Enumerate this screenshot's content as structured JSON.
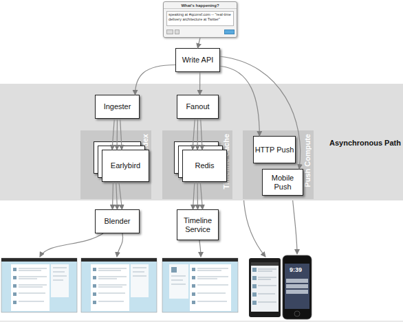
{
  "diagram": {
    "nodes": [
      {
        "text": [
          "What's happening?",
          "speaking at #qconsf.com -- \"real-time delivery architecture at Twitter\""
        ]
      },
      {
        "text": [
          "Write API"
        ]
      },
      {
        "text": [
          "Asynchronous Path"
        ]
      },
      {
        "text": [
          "Ingester"
        ],
        "in": 2
      },
      {
        "text": [
          "Fanout"
        ],
        "in": 2
      },
      {
        "text": [
          "Search Index"
        ],
        "in": 2
      },
      {
        "text": [
          "Earlybird"
        ],
        "in": 5
      },
      {
        "text": [
          "Timeline Cache"
        ],
        "in": 2
      },
      {
        "text": [
          "Redis"
        ],
        "in": 7
      },
      {
        "text": [
          "Push Compute"
        ],
        "in": 2
      },
      {
        "text": [
          "HTTP Push"
        ],
        "in": 9
      },
      {
        "text": [
          "Mobile Push"
        ],
        "in": 9
      },
      {
        "text": [
          "Blender"
        ]
      },
      {
        "text": [
          "Timeline Service"
        ]
      }
    ],
    "edges": [
      {
        "from": 0,
        "to": 1,
        "arrow": "to"
      },
      {
        "from": 1,
        "to": 3,
        "arrow": "to"
      },
      {
        "from": 1,
        "to": 4,
        "arrow": "to"
      },
      {
        "from": 1,
        "to": 10,
        "arrow": "to"
      },
      {
        "from": 1,
        "to": 11,
        "arrow": "to"
      },
      {
        "from": 3,
        "to": 6,
        "arrow": "to"
      },
      {
        "from": 4,
        "to": 8,
        "arrow": "to"
      },
      {
        "from": 6,
        "to": 12,
        "arrow": "to"
      },
      {
        "from": 8,
        "to": 13,
        "arrow": "to"
      }
    ],
    "labels": [
      "9:39"
    ]
  }
}
